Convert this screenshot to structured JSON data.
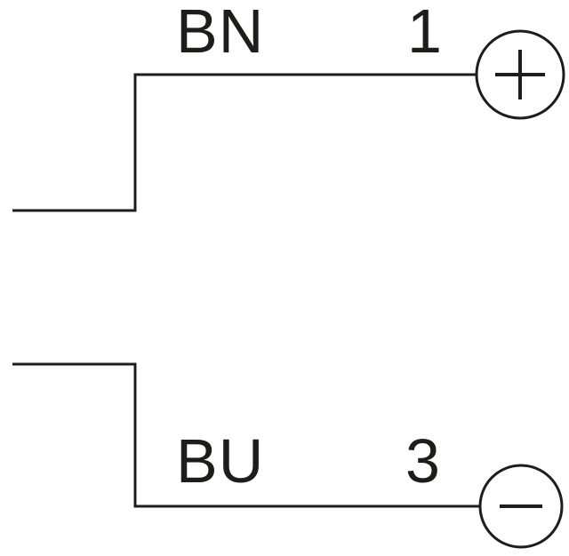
{
  "diagram": {
    "type": "sensor-wiring-diagram",
    "background_color": "#ffffff",
    "line_color": "#1d1d1b",
    "wires": [
      {
        "label": "BN",
        "pin": "1",
        "polarity": "plus",
        "polarity_symbol": "+"
      },
      {
        "label": "BU",
        "pin": "3",
        "polarity": "minus",
        "polarity_symbol": "−"
      }
    ]
  }
}
